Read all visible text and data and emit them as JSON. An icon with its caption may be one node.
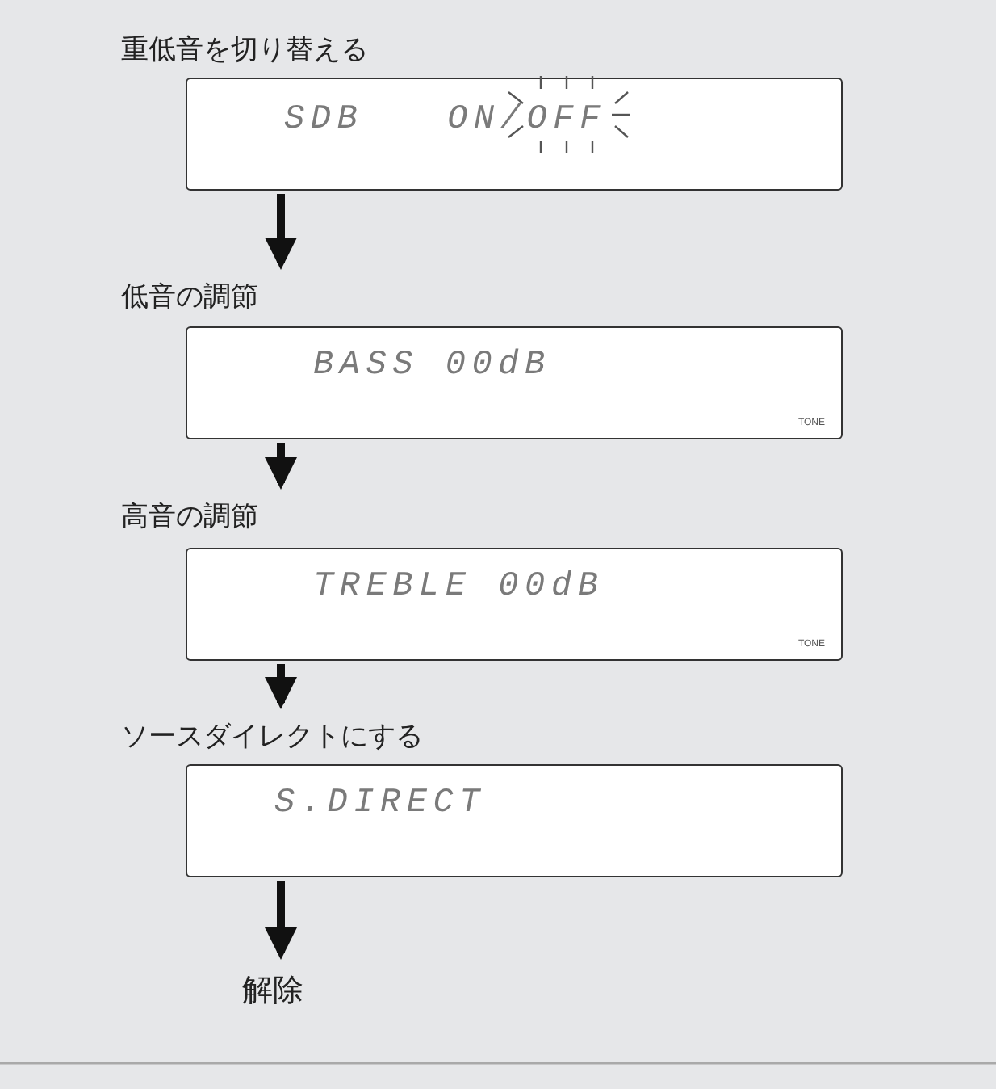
{
  "diagram": {
    "nodes": [
      {
        "text": [
          "重低音を切り替える",
          "SDB",
          "ON/OFF"
        ]
      },
      {
        "text": [
          "低音の調節",
          "BASS 00dB",
          "TONE"
        ]
      },
      {
        "text": [
          "高音の調節",
          "TREBLE 00dB",
          "TONE"
        ]
      },
      {
        "text": [
          "ソースダイレクトにする",
          "S.DIRECT"
        ]
      },
      {
        "text": [
          "解除"
        ]
      }
    ],
    "edges": [
      {
        "from": 0,
        "to": 1,
        "arrow": "to"
      },
      {
        "from": 1,
        "to": 2,
        "arrow": "to"
      },
      {
        "from": 2,
        "to": 3,
        "arrow": "to"
      },
      {
        "from": 3,
        "to": 4,
        "arrow": "to"
      }
    ]
  }
}
